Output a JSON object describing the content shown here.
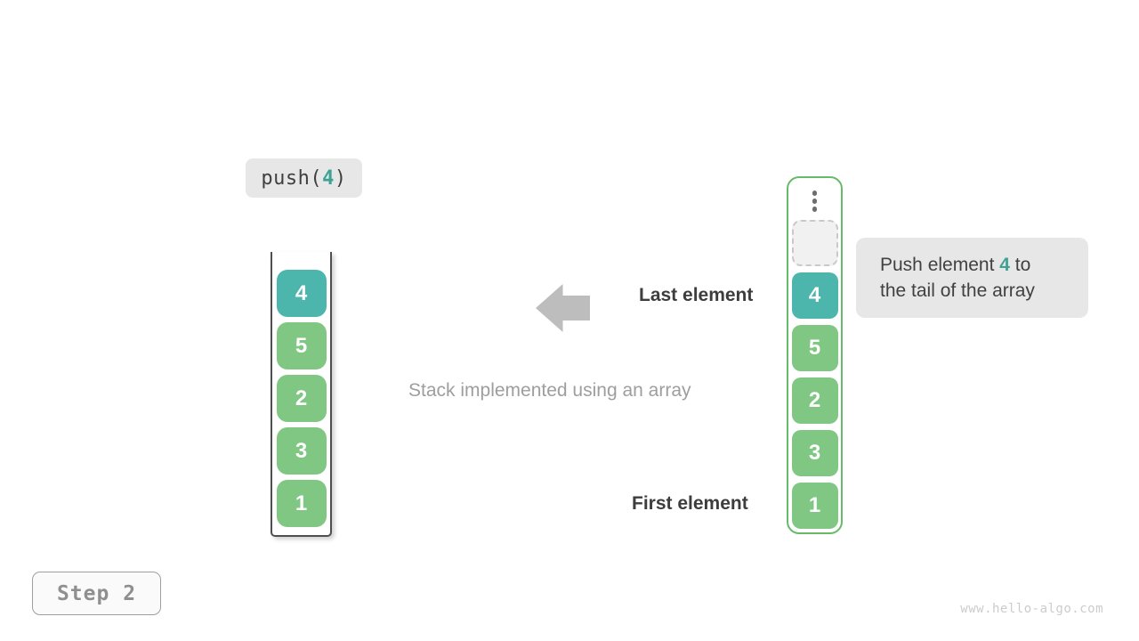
{
  "operation": {
    "prefix": "push(",
    "arg": "4",
    "suffix": ")"
  },
  "left_stack": {
    "values": [
      "4",
      "5",
      "2",
      "3",
      "1"
    ],
    "highlight_index": 0
  },
  "right_stack": {
    "values": [
      "4",
      "5",
      "2",
      "3",
      "1"
    ],
    "highlight_index": 0,
    "has_empty_slot": true,
    "ellipsis_icon": "vertical-ellipsis"
  },
  "labels": {
    "last_element": "Last element",
    "first_element": "First element",
    "caption": "Stack implemented using an array"
  },
  "callout": {
    "line1_pre": "Push element ",
    "highlight": "4",
    "line1_post": " to",
    "line2": "the tail of the array"
  },
  "step": {
    "label": "Step 2"
  },
  "watermark": "www.hello-algo.com",
  "colors": {
    "teal": "#4db6ac",
    "green": "#81c784",
    "green_border": "#66bb6a",
    "highlight_text": "#3da195",
    "label_dark": "#3d3d3d",
    "gray_text": "#9e9e9e",
    "arrow_gray": "#bdbdbd",
    "box_bg": "#e7e7e7",
    "step_border": "#9e9e9e",
    "watermark": "#cccccc"
  }
}
